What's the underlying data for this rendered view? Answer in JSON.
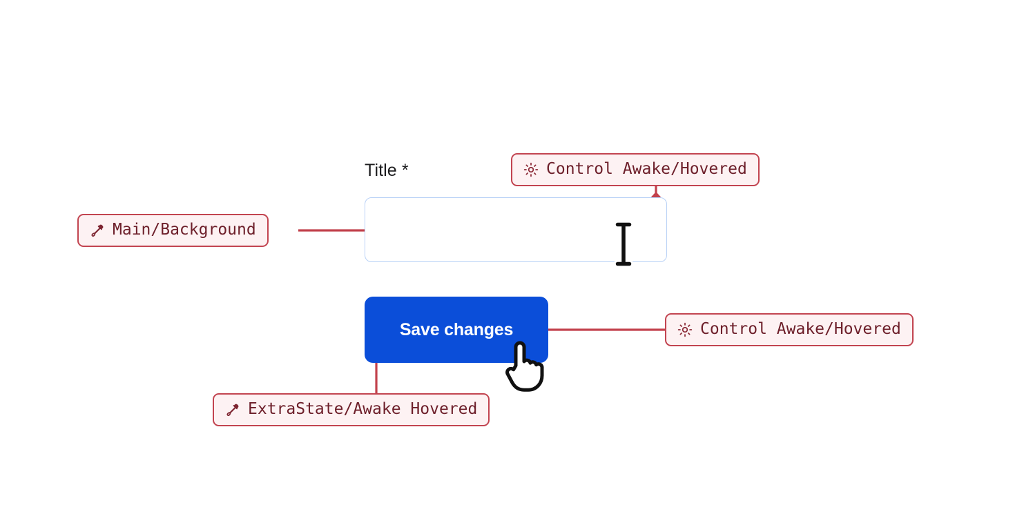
{
  "form": {
    "field_label": "Title *",
    "input_value": "",
    "input_placeholder": "",
    "button_label": "Save changes"
  },
  "annotations": [
    {
      "id": "badge-control-top",
      "icon": "sun-icon",
      "label": "Control Awake/Hovered",
      "target": "text-input"
    },
    {
      "id": "badge-main-bg",
      "icon": "eyedropper-icon",
      "label": "Main/Background",
      "target": "text-input"
    },
    {
      "id": "badge-control-right",
      "icon": "sun-icon",
      "label": "Control Awake/Hovered",
      "target": "save-button"
    },
    {
      "id": "badge-extrastate",
      "icon": "eyedropper-icon",
      "label": "ExtraState/Awake Hovered",
      "target": "save-button"
    }
  ],
  "cursors": [
    {
      "id": "cursor-ibeam",
      "kind": "text-ibeam-cursor"
    },
    {
      "id": "cursor-hand",
      "kind": "pointer-hand-cursor"
    }
  ],
  "colors": {
    "page_background": "#ffffff",
    "button_blue": "#0b4ed9",
    "button_text": "#ffffff",
    "input_border": "#b8d1f6",
    "input_background": "#ffffff",
    "label_text": "#1c1c1e",
    "badge_background": "#fdf2f3",
    "badge_border": "#c24450",
    "badge_text": "#6d1f2a",
    "connector_line": "#c2414c",
    "connector_marker": "#c2414c"
  }
}
